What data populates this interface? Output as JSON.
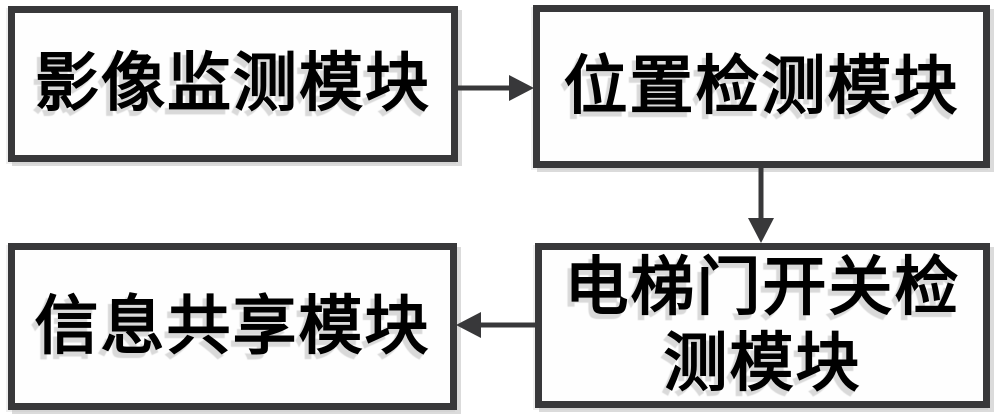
{
  "diagram": {
    "title": "elevator-monitoring-module-flowchart",
    "boxes": [
      {
        "id": "image-monitoring",
        "label": "影像监测模块"
      },
      {
        "id": "position-detection",
        "label": "位置检测模块"
      },
      {
        "id": "door-detection",
        "label": "电梯门开关检测模块"
      },
      {
        "id": "info-sharing",
        "label": "信息共享模块"
      }
    ],
    "connections": [
      {
        "from": "image-monitoring",
        "to": "position-detection",
        "direction": "right"
      },
      {
        "from": "position-detection",
        "to": "door-detection",
        "direction": "down"
      },
      {
        "from": "door-detection",
        "to": "info-sharing",
        "direction": "left"
      }
    ],
    "colors": {
      "border": "#38383a",
      "arrow": "#38383a",
      "text": "#000000",
      "background": "#ffffff"
    }
  }
}
